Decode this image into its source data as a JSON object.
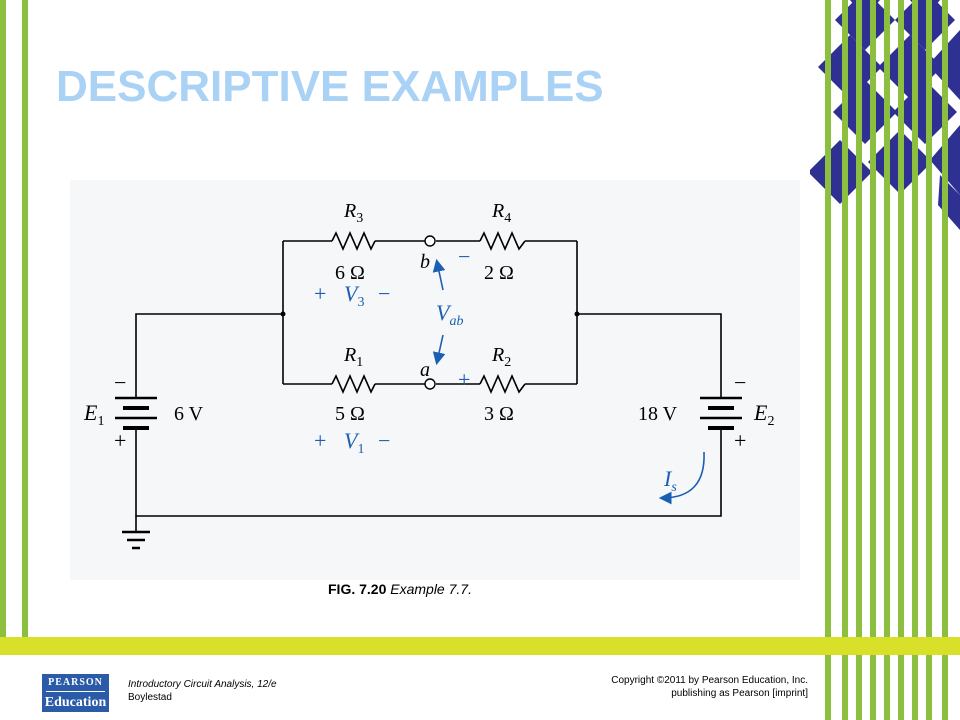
{
  "slide": {
    "title": "DESCRIPTIVE EXAMPLES"
  },
  "colors": {
    "title": "#a9d2f5",
    "bar_green": "#8cbf3f",
    "diamond_blue": "#2e3192",
    "footer_band": "#d8e02a",
    "annotation_blue": "#1a5fb4",
    "logo_blue": "#2a5aa8"
  },
  "figure": {
    "caption_id": "FIG. 7.20",
    "caption_desc": "Example 7.7.",
    "resistors": {
      "r3": {
        "name": "R",
        "sub": "3",
        "value": "6 Ω"
      },
      "r4": {
        "name": "R",
        "sub": "4",
        "value": "2 Ω"
      },
      "r1": {
        "name": "R",
        "sub": "1",
        "value": "5 Ω"
      },
      "r2": {
        "name": "R",
        "sub": "2",
        "value": "3 Ω"
      }
    },
    "sources": {
      "e1": {
        "name": "E",
        "sub": "1",
        "value": "6 V"
      },
      "e2": {
        "name": "E",
        "sub": "2",
        "value": "18 V"
      }
    },
    "nodes": {
      "a": "a",
      "b": "b"
    },
    "voltages": {
      "v3": {
        "name": "V",
        "sub": "3"
      },
      "v1": {
        "name": "V",
        "sub": "1"
      },
      "vab": {
        "name": "V",
        "sub": "ab"
      }
    },
    "current": {
      "name": "I",
      "sub": "s"
    },
    "signs": {
      "plus": "+",
      "minus": "−"
    }
  },
  "footer": {
    "logo_line1": "PEARSON",
    "logo_line2": "Education",
    "book_title": "Introductory Circuit Analysis, 12/e",
    "book_author": "Boylestad",
    "copyright_line1": "Copyright ©2011 by Pearson Education, Inc.",
    "copyright_line2": "publishing as Pearson [imprint]"
  }
}
